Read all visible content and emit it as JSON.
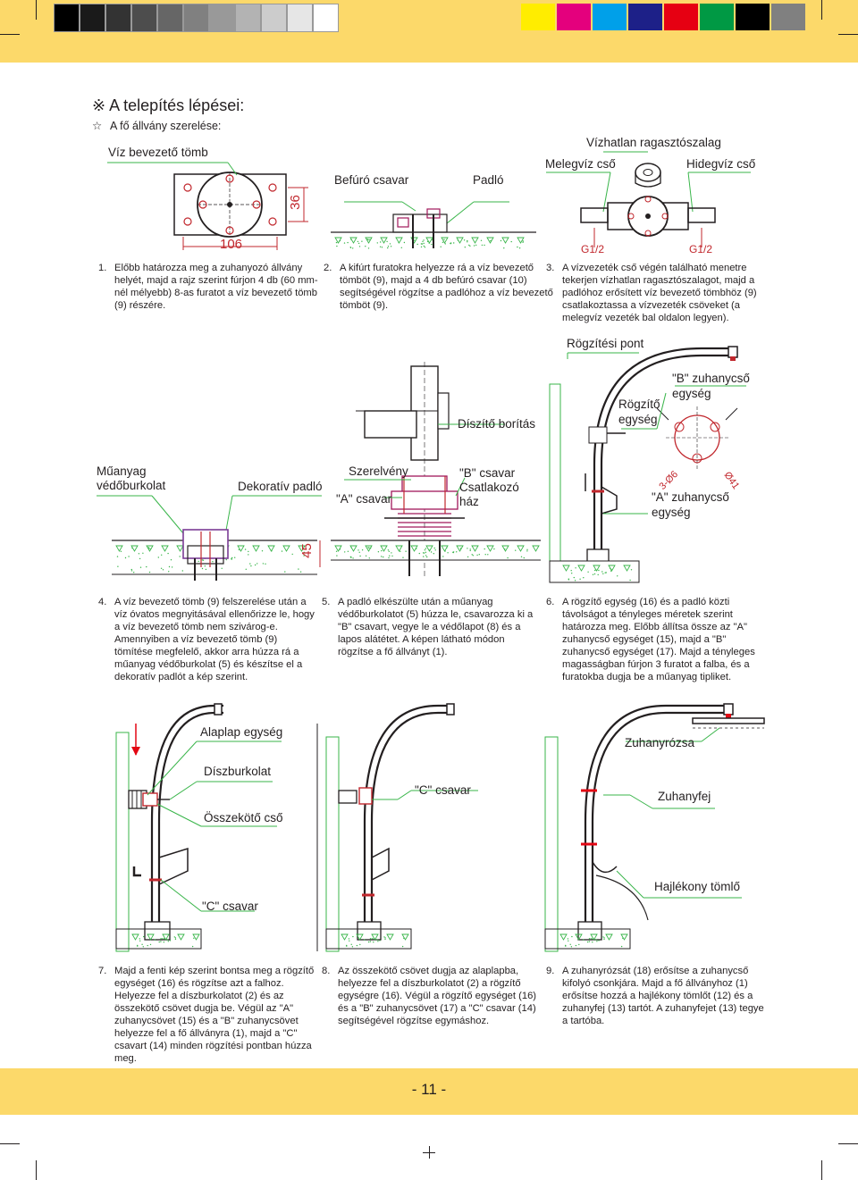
{
  "colors": {
    "accent_bar": "#fcd96a",
    "pipe_red": "#e30613",
    "floor_green": "#39b54a",
    "label_line": "#39b54a",
    "dim_red": "#c1272d",
    "grays": [
      "#000000",
      "#1a1a1a",
      "#333333",
      "#4d4d4d",
      "#666666",
      "#808080",
      "#999999",
      "#b3b3b3",
      "#cccccc",
      "#e6e6e6",
      "#ffffff"
    ],
    "cmyk": [
      "#ffed00",
      "#e4007d",
      "#00a0e9",
      "#1d2088",
      "#e60012",
      "#009944",
      "#000000",
      "#808080"
    ]
  },
  "header": {
    "title": "A telepítés lépései:",
    "title_icon": "asterisk-x-icon",
    "subtitle": "A fő állvány szerelése:",
    "subtitle_icon": "star-outline-icon"
  },
  "diagram1": {
    "label": "Víz bevezető tömb",
    "dim_width": "106",
    "dim_height": "36"
  },
  "diagram2": {
    "label_screw": "Befúró csavar",
    "label_floor": "Padló"
  },
  "diagram3": {
    "label_tape": "Vízhatlan ragasztószalag",
    "label_warm": "Melegvíz cső",
    "label_cold": "Hidegvíz cső",
    "thread_left": "G1/2",
    "thread_right": "G1/2"
  },
  "steps_row1": [
    {
      "num": "1.",
      "text": "Előbb határozza meg a zuhanyozó állvány helyét, majd a rajz szerint fúrjon 4 db (60 mm-nél mélyebb) 8-as furatot a víz bevezető tömb (9) részére."
    },
    {
      "num": "2.",
      "text": "A kifúrt furatokra helyezze rá a víz bevezető tömböt (9), majd a 4 db befúró csavar (10) segítségével rögzítse a padlóhoz a víz bevezető tömböt (9)."
    },
    {
      "num": "3.",
      "text": "A vízvezeték cső végén található menetre tekerjen vízhatlan ragasztószalagot, majd a padlóhoz erősített víz bevezető tömbhöz (9) csatlakoztassa a vízvezeték csöveket (a melegvíz vezeték bal oldalon legyen)."
    }
  ],
  "diagram4": {
    "label_cover": "Műanyag védőburkolat",
    "label_deco": "Dekoratív padló",
    "dim": "45"
  },
  "diagram5": {
    "label_cover": "Díszítő borítás",
    "label_fitting": "Szerelvény",
    "label_a_nut": "\"A\" csavar",
    "label_b_nut": "\"B\" csavar",
    "label_housing": "Csatlakozó ház"
  },
  "diagram6": {
    "label_fix_point": "Rögzítési pont",
    "label_fix_unit": "Rögzítő egység",
    "label_b_pipe": "\"B\" zuhanycső egység",
    "label_a_pipe": "\"A\" zuhanycső egység",
    "dim_holes": "3-Ø6",
    "dim_circle": "Ø41"
  },
  "steps_row2": [
    {
      "num": "4.",
      "text": "A víz bevezető tömb (9) felszerelése után a víz óvatos megnyitásával ellenőrizze le, hogy a víz bevezető tömb nem szivárog-e. Amennyiben a víz bevezető tömb (9) tömítése megfelelő, akkor arra húzza rá a műanyag védőburkolat (5) és készítse el a dekoratív padlót a kép szerint."
    },
    {
      "num": "5.",
      "text": "A padló elkészülte után a műanyag védőburkolatot (5) húzza le, csavarozza ki a \"B\" csavart, vegye le a védőlapot (8) és a lapos alátétet. A képen látható módon rögzítse a fő állványt (1)."
    },
    {
      "num": "6.",
      "text": "A rögzítő egység (16) és a padló közti távolságot a tényleges méretek szerint határozza meg. Előbb állítsa össze az \"A\" zuhanycső egységet (15), majd a \"B\" zuhanycső egységet (17). Majd a tényleges magasságban fúrjon 3 furatot a falba, és a furatokba dugja be a műanyag tipliket."
    }
  ],
  "diagram7": {
    "label_base": "Alaplap egység",
    "label_cover": "Díszburkolat",
    "label_connector": "Összekötő cső",
    "label_c_nut": "\"C\" csavar"
  },
  "diagram8": {
    "label_c_nut": "\"C\" csavar"
  },
  "diagram9": {
    "label_rose": "Zuhanyrózsa",
    "label_head": "Zuhanyfej",
    "label_hose": "Hajlékony tömlő"
  },
  "steps_row3": [
    {
      "num": "7.",
      "text": "Majd a fenti kép szerint bontsa meg a rögzítő egységet (16) és rögzítse azt a falhoz. Helyezze fel a díszburkolatot (2) és az összekötő csövet dugja be. Végül az \"A\" zuhanycsövet (15) és a \"B\" zuhanycsövet helyezze fel a fő állványra (1), majd a \"C\" csavart (14) minden rögzítési pontban húzza meg."
    },
    {
      "num": "8.",
      "text": "Az összekötő csövet dugja az alaplapba, helyezze fel a díszburkolatot (2) a rögzítő egységre (16). Végül a rögzítő egységet (16) és a \"B\" zuhanycsövet (17) a \"C\" csavar (14) segítségével rögzítse egymáshoz."
    },
    {
      "num": "9.",
      "text": "A zuhanyrózsát (18) erősítse a zuhanycső kifolyó csonkjára. Majd a fő állványhoz (1) erősítse hozzá a hajlékony tömlőt (12) és a zuhanyfej (13) tartót. A zuhanyfejet (13) tegye a tartóba."
    }
  ],
  "footer": {
    "page": "- 11 -"
  }
}
